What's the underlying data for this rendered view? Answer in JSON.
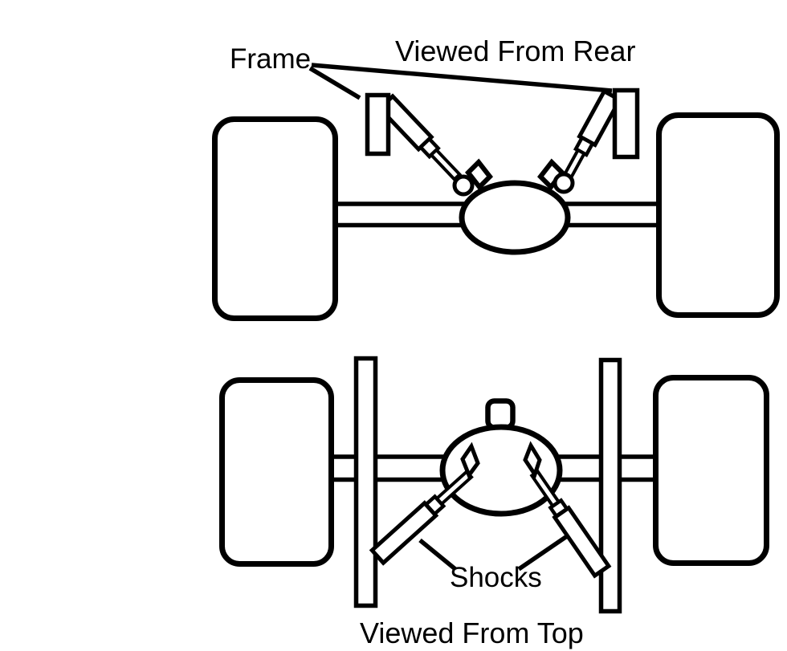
{
  "colors": {
    "ink": "#000000",
    "paper": "#ffffff"
  },
  "rear_view": {
    "title": "Viewed From Rear",
    "frame_label": "Frame"
  },
  "top_view": {
    "title": "Viewed From Top",
    "shocks_label": "Shocks"
  }
}
